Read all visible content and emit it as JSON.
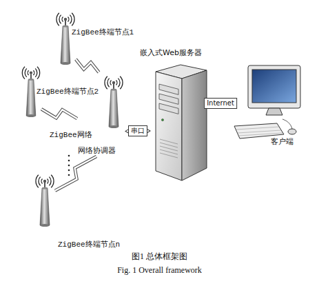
{
  "diagram": {
    "caption": "图1 总体框架图",
    "nodes": [
      {
        "text": [
          "ZigBee终端节点1"
        ]
      },
      {
        "text": [
          "嵌入式Web服务器"
        ]
      },
      {
        "text": [
          "ZigBee终端节点2"
        ]
      },
      {
        "text": [
          "网络协调器"
        ]
      },
      {
        "text": [
          "客户端"
        ]
      },
      {
        "text": [
          "ZigBee终端节点n"
        ]
      }
    ],
    "edges": [
      {
        "from": 0,
        "to": 3,
        "arrow": "none"
      },
      {
        "from": 2,
        "to": 3,
        "arrow": "none"
      },
      {
        "from": 5,
        "to": 3,
        "arrow": "none"
      },
      {
        "from": 3,
        "to": 1,
        "label": "串口",
        "arrow": "both"
      },
      {
        "from": 1,
        "to": 4,
        "label": "Internet",
        "arrow": "both"
      }
    ],
    "labels": [
      "ZigBee网络",
      "Fig. 1 Overall framework"
    ]
  }
}
